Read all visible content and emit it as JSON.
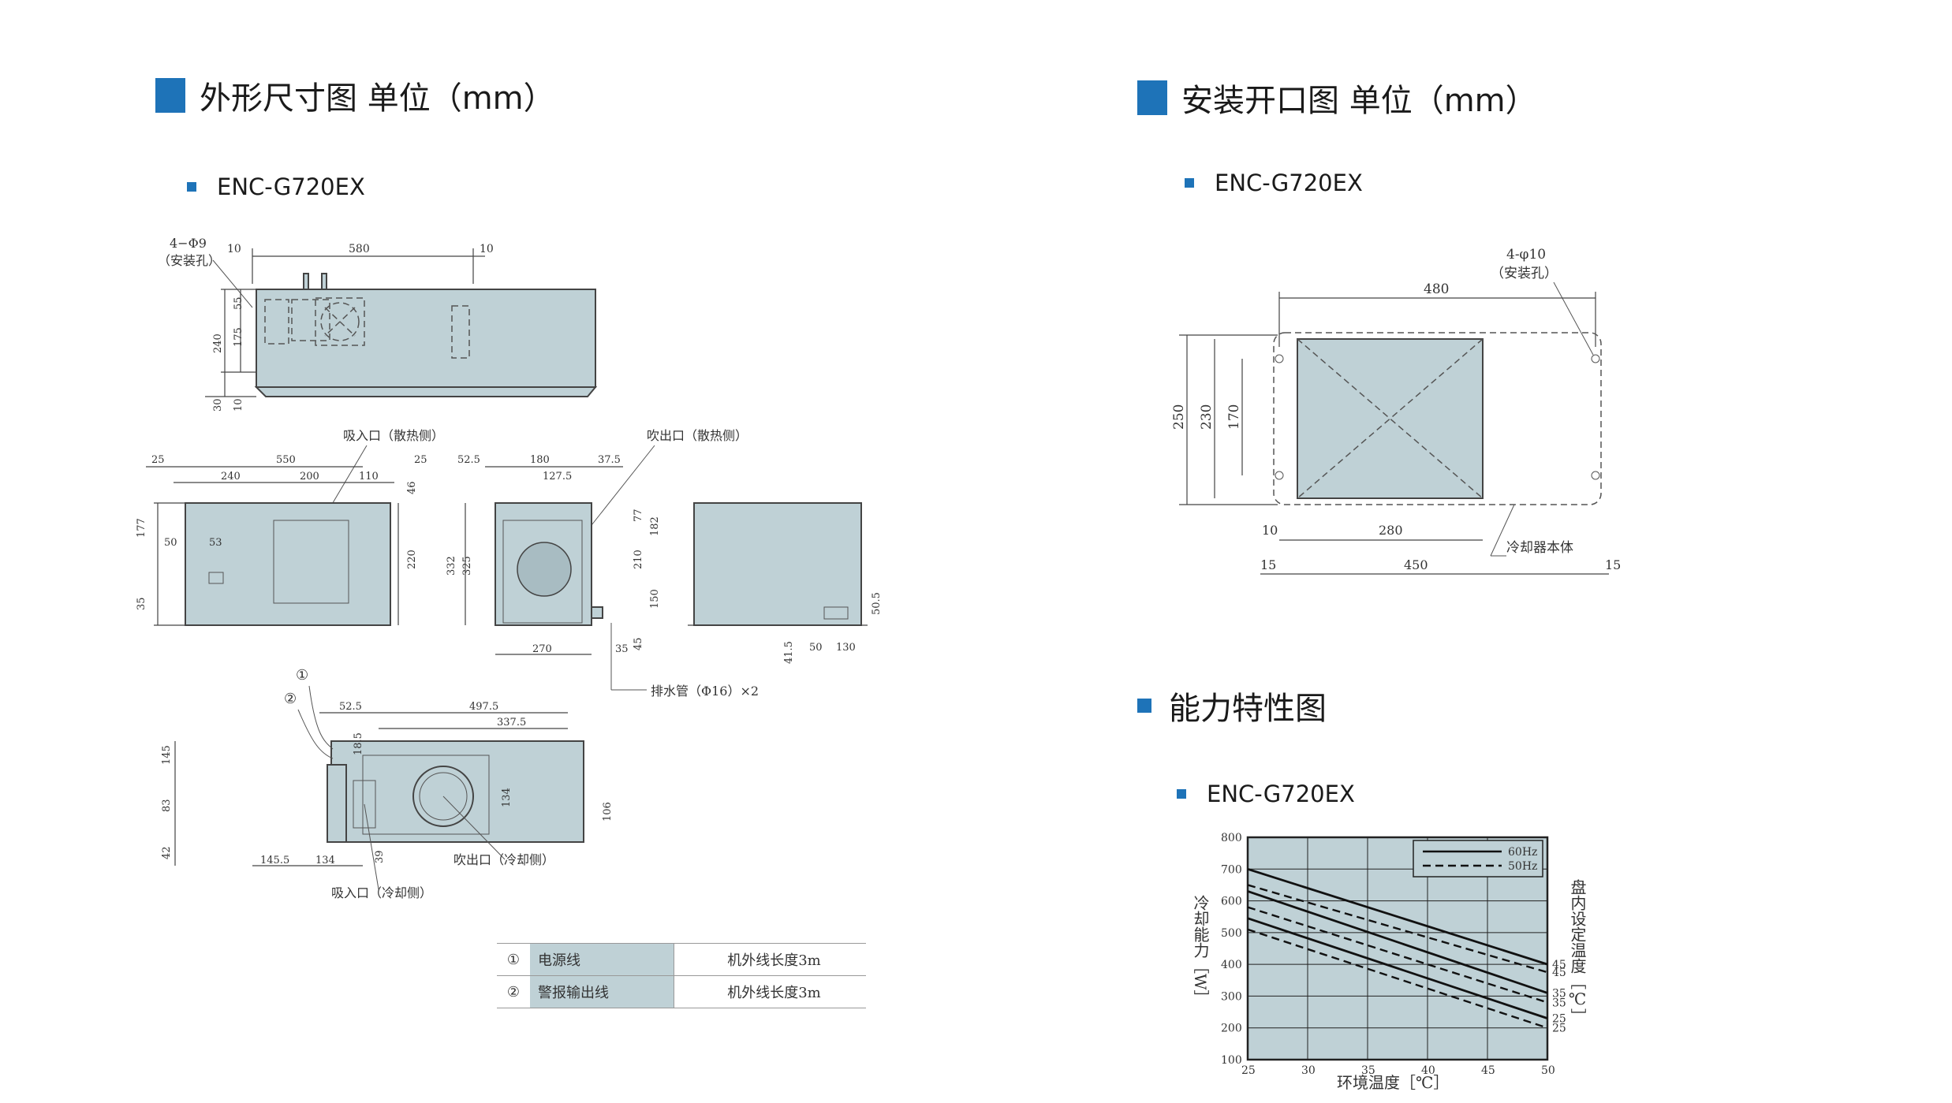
{
  "left": {
    "title": "外形尺寸图 单位（mm）",
    "model": "ENC-G720EX"
  },
  "right_top": {
    "title": "安装开口图 单位（mm）",
    "model": "ENC-G720EX"
  },
  "right_bottom": {
    "title": "能力特性图",
    "model": "ENC-G720EX"
  },
  "accent_color": "#1e73b8",
  "body_fill": "#bfd1d6",
  "outline_drawing": {
    "top_view": {
      "hole_label": "4−Φ9",
      "hole_sub": "（安装孔）",
      "dims": [
        "10",
        "580",
        "10",
        "55",
        "240",
        "175",
        "30",
        "10"
      ]
    },
    "front_view": {
      "label": "吸入口（散热侧）",
      "dims": [
        "25",
        "550",
        "25",
        "240",
        "200",
        "110",
        "46",
        "177",
        "50",
        "53",
        "35",
        "220"
      ]
    },
    "side_view": {
      "label": "吹出口（散热侧）",
      "dims": [
        "52.5",
        "180",
        "37.5",
        "127.5",
        "77",
        "182",
        "332",
        "325",
        "210",
        "150",
        "270",
        "35",
        "45"
      ]
    },
    "back_view": {
      "dims": [
        "50.5",
        "41.5",
        "50",
        "130"
      ]
    },
    "drain_label": "排水管（Φ16）×2",
    "bottom_view": {
      "markers": [
        "①",
        "②"
      ],
      "dims": [
        "52.5",
        "497.5",
        "337.5",
        "18.5",
        "145",
        "83",
        "42",
        "134",
        "106",
        "145.5",
        "134",
        "39"
      ],
      "outlet_label": "吹出口（冷却侧）",
      "inlet_label": "吸入口（冷却侧）"
    }
  },
  "cable_table": [
    {
      "num": "①",
      "name": "电源线",
      "length": "机外线长度3m"
    },
    {
      "num": "②",
      "name": "警报输出线",
      "length": "机外线长度3m"
    }
  ],
  "cutout_drawing": {
    "hole_label": "4-φ10",
    "hole_sub": "（安装孔）",
    "dims": [
      "480",
      "250",
      "230",
      "170",
      "10",
      "280",
      "450",
      "15",
      "15"
    ],
    "body_label": "冷却器本体"
  },
  "chart_data": {
    "type": "line",
    "title": "",
    "xlabel": "环境温度［℃］",
    "ylabel": "冷却能力［W］",
    "right_label": "盘内设定温度［℃］",
    "xlim": [
      25,
      50
    ],
    "ylim": [
      100,
      800
    ],
    "xticks": [
      "25",
      "30",
      "35",
      "40",
      "45",
      "50"
    ],
    "yticks": [
      "800",
      "700",
      "600",
      "500",
      "400",
      "300",
      "200",
      "100"
    ],
    "grid": true,
    "legend": {
      "position": "top-right",
      "entries": [
        {
          "name": "60Hz",
          "style": "solid"
        },
        {
          "name": "50Hz",
          "style": "dashed"
        }
      ]
    },
    "series": [
      {
        "name": "60Hz",
        "set_temp": "45",
        "style": "solid",
        "x": [
          25,
          50
        ],
        "y": [
          700,
          400
        ]
      },
      {
        "name": "50Hz",
        "set_temp": "45",
        "style": "dashed",
        "x": [
          25,
          50
        ],
        "y": [
          650,
          375
        ]
      },
      {
        "name": "60Hz",
        "set_temp": "35",
        "style": "solid",
        "x": [
          25,
          50
        ],
        "y": [
          630,
          310
        ]
      },
      {
        "name": "50Hz",
        "set_temp": "35",
        "style": "dashed",
        "x": [
          25,
          50
        ],
        "y": [
          580,
          280
        ]
      },
      {
        "name": "60Hz",
        "set_temp": "25",
        "style": "solid",
        "x": [
          25,
          50
        ],
        "y": [
          545,
          230
        ]
      },
      {
        "name": "50Hz",
        "set_temp": "25",
        "style": "dashed",
        "x": [
          25,
          50
        ],
        "y": [
          510,
          200
        ]
      }
    ],
    "right_tick_labels": [
      "45",
      "45",
      "35",
      "35",
      "25",
      "25"
    ]
  }
}
